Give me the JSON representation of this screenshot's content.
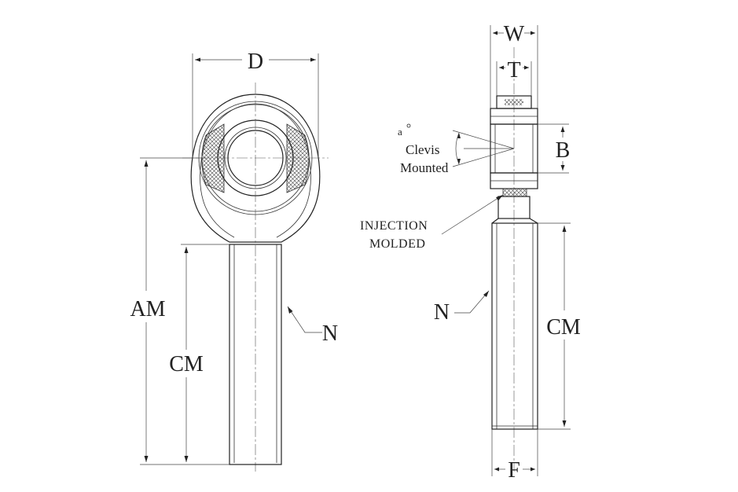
{
  "labels": {
    "D": "D",
    "AM": "AM",
    "CM_front": "CM",
    "N_front": "N",
    "W": "W",
    "T": "T",
    "B": "B",
    "angle": "a",
    "clevis": "Clevis",
    "mounted": "Mounted",
    "injection": "INJECTION",
    "molded": "MOLDED",
    "N_side": "N",
    "CM_side": "CM",
    "F": "F"
  }
}
